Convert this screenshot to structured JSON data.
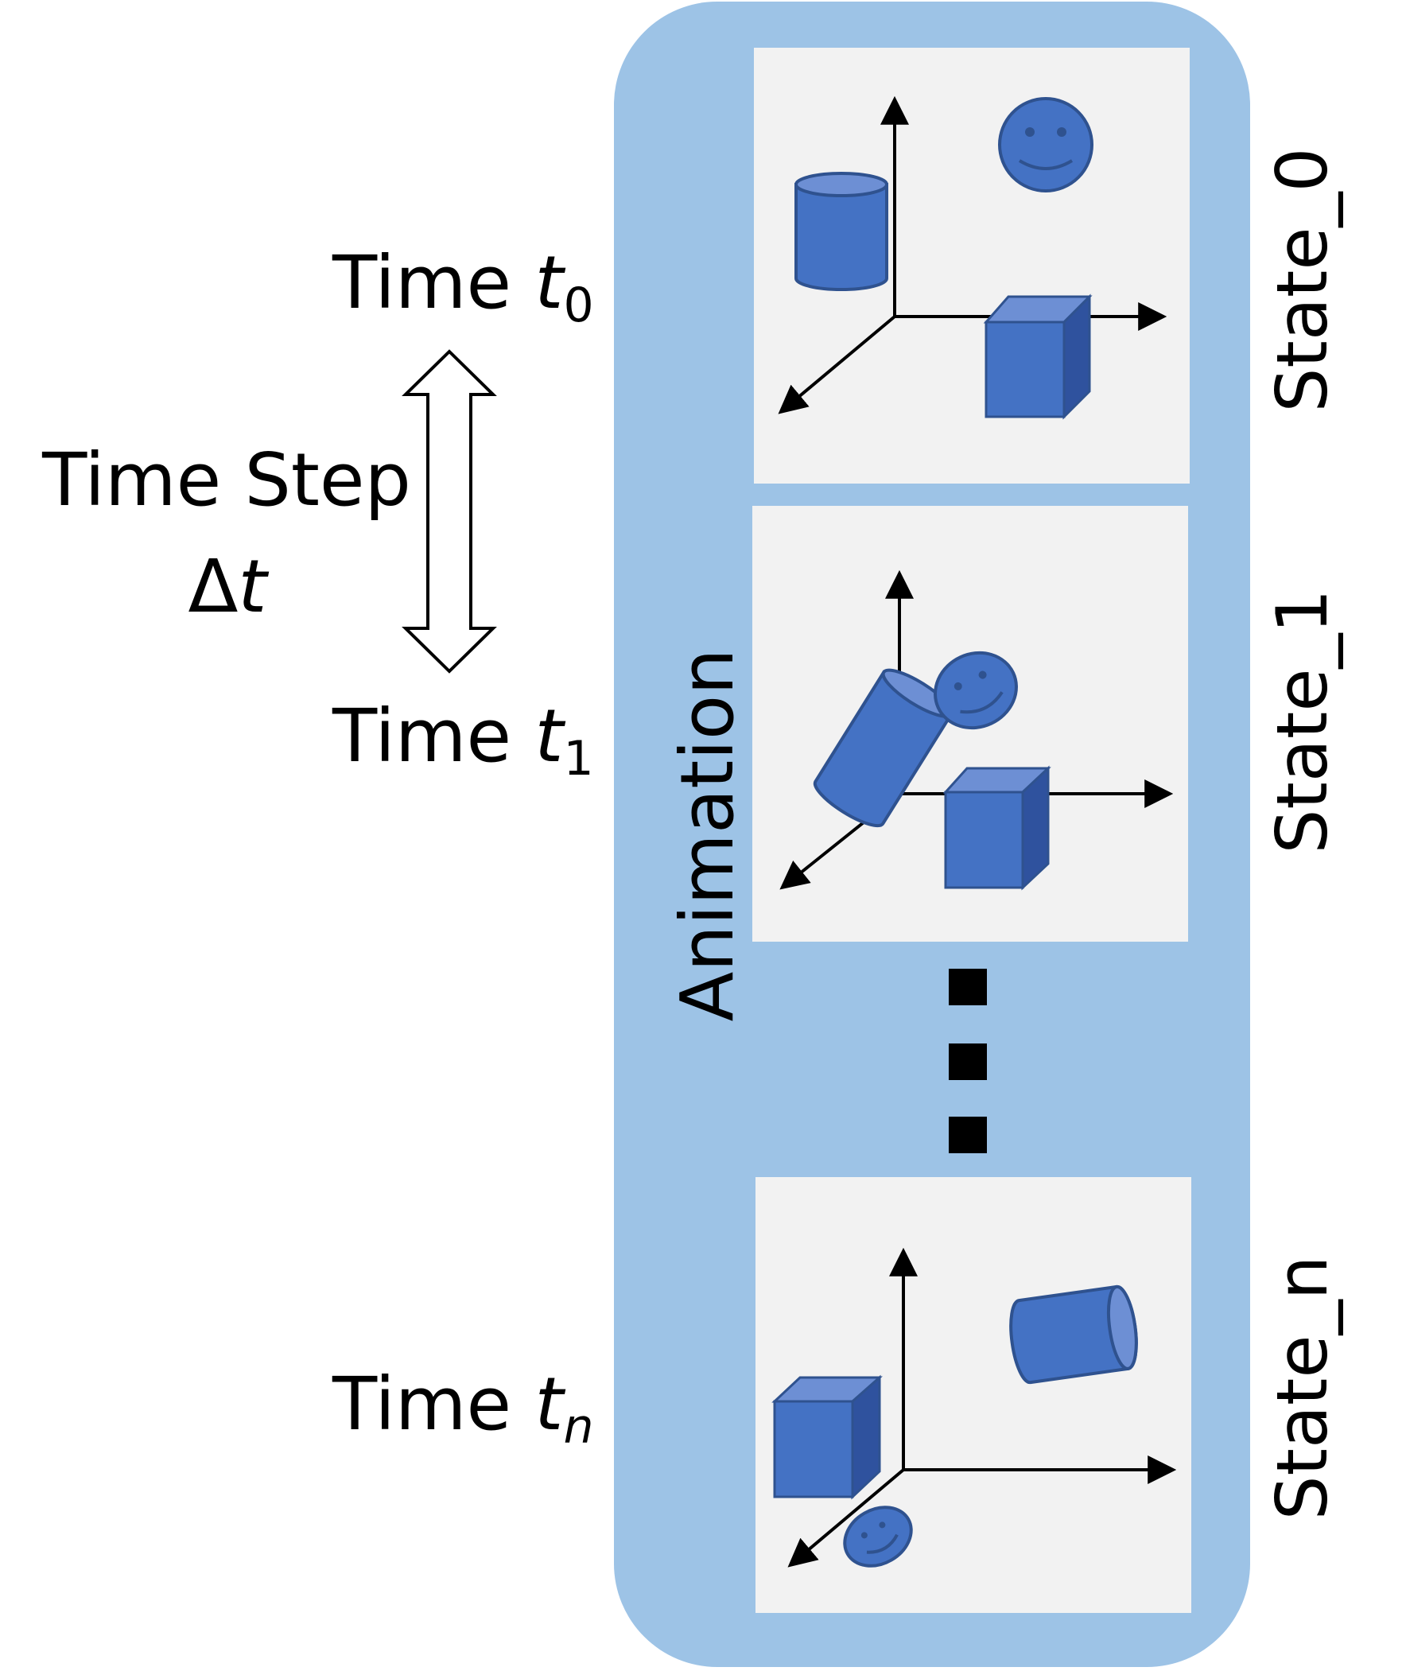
{
  "time_labels": [
    {
      "prefix": "Time ",
      "var": "t",
      "sub": "0"
    },
    {
      "prefix": "Time ",
      "var": "t",
      "sub": "1"
    },
    {
      "prefix": "Time ",
      "var": "t",
      "sub": "n"
    }
  ],
  "time_step": {
    "line1": "Time Step",
    "delta": "Δ",
    "var": "t"
  },
  "animation_label": "Animation",
  "states": [
    {
      "label": "State_0"
    },
    {
      "label": "State_1"
    },
    {
      "label": "State_n"
    }
  ],
  "colors": {
    "panel": "#9dc3e6",
    "frame": "#f2f2f2",
    "shape_fill": "#4472c4",
    "shape_light": "#6d8fd4",
    "shape_dark": "#2f529e",
    "shape_stroke": "#2f528f"
  }
}
